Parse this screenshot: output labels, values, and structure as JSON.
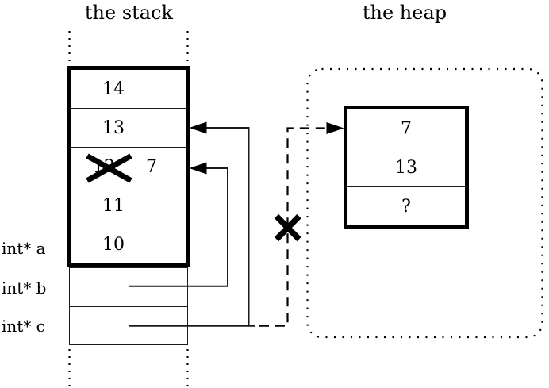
{
  "titles": {
    "stack": "the stack",
    "heap": "the heap"
  },
  "colors": {
    "ink": "#000000",
    "background": "#ffffff"
  },
  "stack": {
    "rows": [
      {
        "value": "14"
      },
      {
        "value": "13"
      },
      {
        "value": "12",
        "crossed_out": true,
        "replacement": "7"
      },
      {
        "value": "11"
      },
      {
        "value": "10"
      }
    ],
    "pointer_labels": [
      {
        "label": "int* a"
      },
      {
        "label": "int* b"
      },
      {
        "label": "int* c"
      }
    ]
  },
  "heap": {
    "rows": [
      {
        "value": "7"
      },
      {
        "value": "13"
      },
      {
        "value": "?"
      }
    ]
  },
  "pointers": [
    {
      "from": "int* b cell",
      "to": "stack cell with 7 (crossed-out 12)",
      "style": "solid-arrow"
    },
    {
      "from": "int* c cell",
      "to": "stack cell with 13",
      "style": "solid-arrow"
    },
    {
      "from": "int* c cell",
      "to": "heap cell with 7",
      "style": "dashed-arrow",
      "invalidated": true
    }
  ],
  "icons": {
    "stack_arrowheads": "left-arrowhead",
    "heap_arrowhead": "right-arrowhead",
    "cross_marks": "x-mark"
  }
}
